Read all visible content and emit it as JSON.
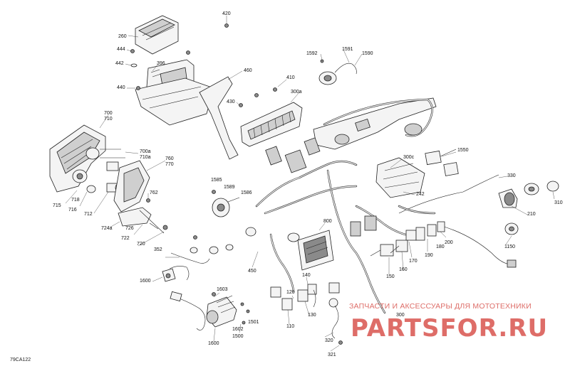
{
  "diagram_code": "79CA122",
  "watermark": {
    "text": "ЗАПЧАСТИ И АКСЕССУАРЫ ДЛЯ МОТОТЕХНИКИ",
    "logo": "PARTSFOR.RU",
    "color": "#d8544e"
  },
  "labels": {
    "p420": "420",
    "p260": "260",
    "p444": "444",
    "p442": "442",
    "p396": "396",
    "p440": "440",
    "p460": "460",
    "p410": "410",
    "p300a": "300a",
    "p430": "430",
    "p1592": "1592",
    "p1591": "1591",
    "p1590": "1590",
    "p700": "700",
    "p710": "710",
    "p700a": "700a",
    "p710a": "710a",
    "p760": "760",
    "p770": "770",
    "p762": "762",
    "p715": "715",
    "p716": "716",
    "p718": "718",
    "p712": "712",
    "p724a": "724a",
    "p726": "726",
    "p722": "722",
    "p720": "720",
    "p1585": "1585",
    "p1589": "1589",
    "p1586": "1586",
    "p300c": "300c",
    "p1550": "1550",
    "p330": "330",
    "p242": "242",
    "p210": "210",
    "p310": "310",
    "p1150": "1150",
    "p200": "200",
    "p190": "190",
    "p180": "180",
    "p170": "170",
    "p160": "160",
    "p150": "150",
    "p800": "800",
    "p450": "450",
    "p352": "352",
    "p1600": "1600",
    "p140": "140",
    "p120": "120",
    "p130": "130",
    "p110": "110",
    "p1603": "1603",
    "p1602": "1602",
    "p1501": "1501",
    "p1500": "1500",
    "p1600b": "1600",
    "p320": "320",
    "p321": "321",
    "p300": "300"
  }
}
